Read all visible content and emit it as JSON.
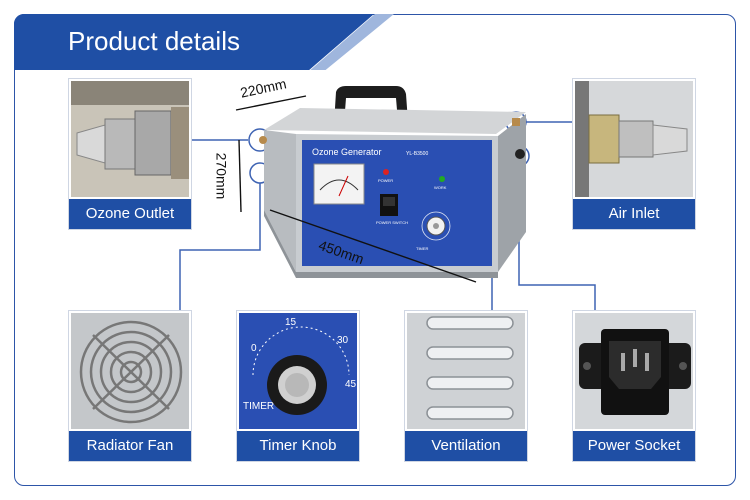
{
  "header": {
    "title": "Product details"
  },
  "dimensions": {
    "depth": "220mm",
    "height": "270mm",
    "width": "450mm"
  },
  "device": {
    "name": "Ozone Generator",
    "model": "YL-B3500",
    "power_label": "POWER",
    "work_label": "WORK",
    "switch_label": "POWER SWITCH",
    "timer_label": "TIMER"
  },
  "knob": {
    "ticks": [
      "0",
      "15",
      "30",
      "45"
    ],
    "timer_text": "TIMER"
  },
  "cards": {
    "ozone_outlet": "Ozone Outlet",
    "air_inlet": "Air Inlet",
    "radiator_fan": "Radiator Fan",
    "timer_knob": "Timer Knob",
    "ventilation": "Ventilation",
    "power_socket": "Power Socket"
  },
  "colors": {
    "brand": "#1f4fa5",
    "frame": "#2d55a8",
    "panel": "#2a4fb3"
  }
}
